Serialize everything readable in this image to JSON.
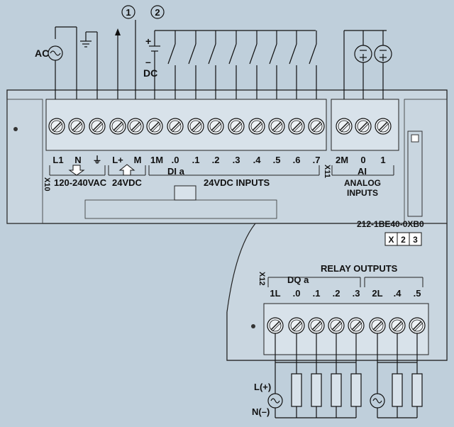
{
  "callouts": [
    "1",
    "2"
  ],
  "supply": {
    "ac_label": "AC",
    "dc_plus": "+",
    "dc_minus": "–",
    "dc_label": "DC"
  },
  "top_block": {
    "connector_id": "X10",
    "terminals": [
      "L1",
      "N",
      "⏚",
      "L+",
      "M",
      "1M",
      ".0",
      ".1",
      ".2",
      ".3",
      ".4",
      ".5",
      ".6",
      ".7"
    ],
    "group_power": "120-240VAC",
    "group_sensor": "24VDC",
    "group_inputs_name": "DI a",
    "group_inputs": "24VDC INPUTS"
  },
  "analog_block": {
    "connector_id": "X11",
    "terminals": [
      "2M",
      "0",
      "1"
    ],
    "name": "AI",
    "caption_line1": "ANALOG",
    "caption_line2": "INPUTS"
  },
  "part_number": "212-1BE40-0XB0",
  "version_boxes": [
    "X",
    "2",
    "3"
  ],
  "bottom_block": {
    "connector_id": "X12",
    "title": "RELAY OUTPUTS",
    "name": "DQ a",
    "terminals": [
      "1L",
      ".0",
      ".1",
      ".2",
      ".3",
      "2L",
      ".4",
      ".5"
    ],
    "line_label": "L(+)",
    "neutral_label": "N(–)"
  },
  "colors": {
    "background": "#bfcfdb",
    "housing": "#c9d6e0",
    "terminal": "#d8e2ea",
    "ink": "#111111"
  }
}
